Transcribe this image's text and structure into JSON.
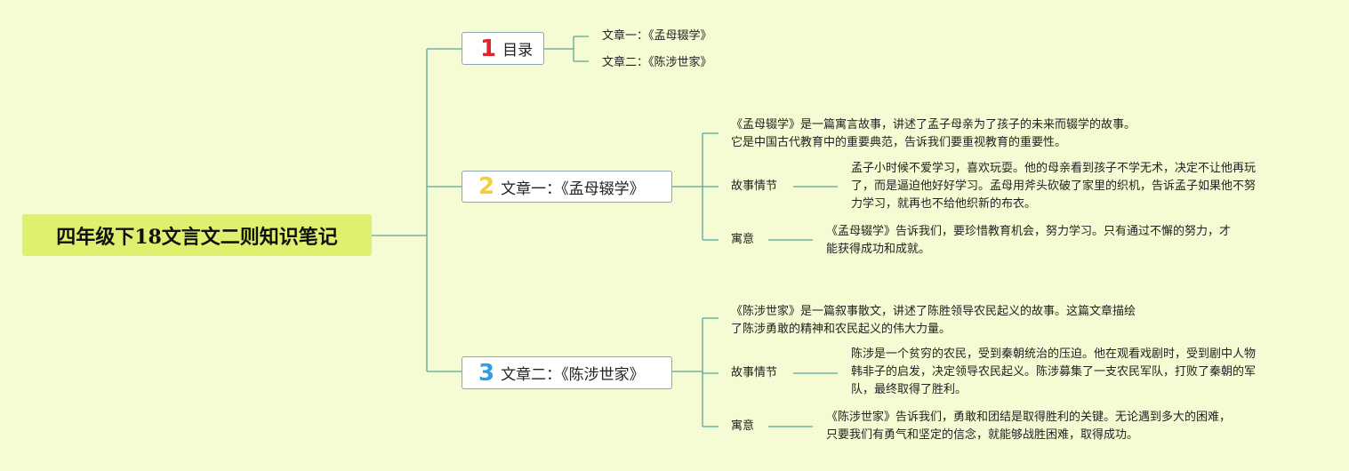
{
  "root": {
    "title": "四年级下18文言文二则知识笔记"
  },
  "branches": [
    {
      "number": "1",
      "number_color": "#e0242f",
      "label": "目录",
      "children": [
        "文章一：《孟母辍学》",
        "文章二：《陈涉世家》"
      ]
    },
    {
      "number": "2",
      "number_color": "#f4cd3c",
      "label": "文章一：《孟母辍学》",
      "intro": [
        "《孟母辍学》是一篇寓言故事，讲述了孟子母亲为了孩子的未来而辍学的故事。",
        "它是中国古代教育中的重要典范，告诉我们要重视教育的重要性。"
      ],
      "plot_label": "故事情节",
      "plot": [
        "孟子小时候不爱学习，喜欢玩耍。他的母亲看到孩子不学无术，决定不让他再玩",
        "了，而是逼迫他好好学习。孟母用斧头砍破了家里的织机，告诉孟子如果他不努",
        "力学习，就再也不给他织新的布衣。"
      ],
      "moral_label": "寓意",
      "moral": [
        "《孟母辍学》告诉我们，要珍惜教育机会，努力学习。只有通过不懈的努力，才",
        "能获得成功和成就。"
      ]
    },
    {
      "number": "3",
      "number_color": "#2d9fdf",
      "label": "文章二：《陈涉世家》",
      "intro": [
        "《陈涉世家》是一篇叙事散文，讲述了陈胜领导农民起义的故事。这篇文章描绘",
        "了陈涉勇敢的精神和农民起义的伟大力量。"
      ],
      "plot_label": "故事情节",
      "plot": [
        "陈涉是一个贫穷的农民，受到秦朝统治的压迫。他在观看戏剧时，受到剧中人物",
        "韩非子的启发，决定领导农民起义。陈涉募集了一支农民军队，打败了秦朝的军",
        "队，最终取得了胜利。"
      ],
      "moral_label": "寓意",
      "moral": [
        "《陈涉世家》告诉我们，勇敢和团结是取得胜利的关键。无论遇到多大的困难，",
        "只要我们有勇气和坚定的信念，就能够战胜困难，取得成功。"
      ]
    }
  ],
  "colors": {
    "background": "#f5fbd3",
    "root_fill": "#dff06e",
    "connector": "#5ba59a"
  }
}
